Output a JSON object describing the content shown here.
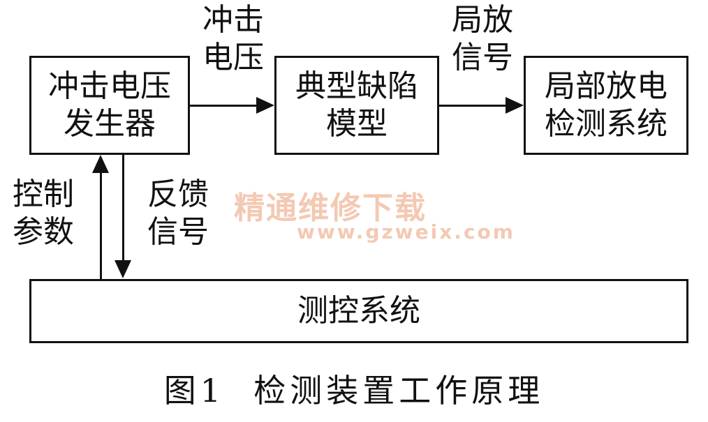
{
  "blocks": {
    "generator": [
      "冲击电压",
      "发生器"
    ],
    "defect_model": [
      "典型缺陷",
      "模型"
    ],
    "pd_detector": [
      "局部放电",
      "检测系统"
    ],
    "control_system": "测控系统"
  },
  "edge_labels": {
    "impulse_voltage": [
      "冲击",
      "电压"
    ],
    "pd_signal": [
      "局放",
      "信号"
    ],
    "control_params": [
      "控制",
      "参数"
    ],
    "feedback_signal": [
      "反馈",
      "信号"
    ]
  },
  "watermark": {
    "text": "精通维修下载",
    "url": "www.gzweix.com"
  },
  "caption": "图1  检测装置工作原理"
}
